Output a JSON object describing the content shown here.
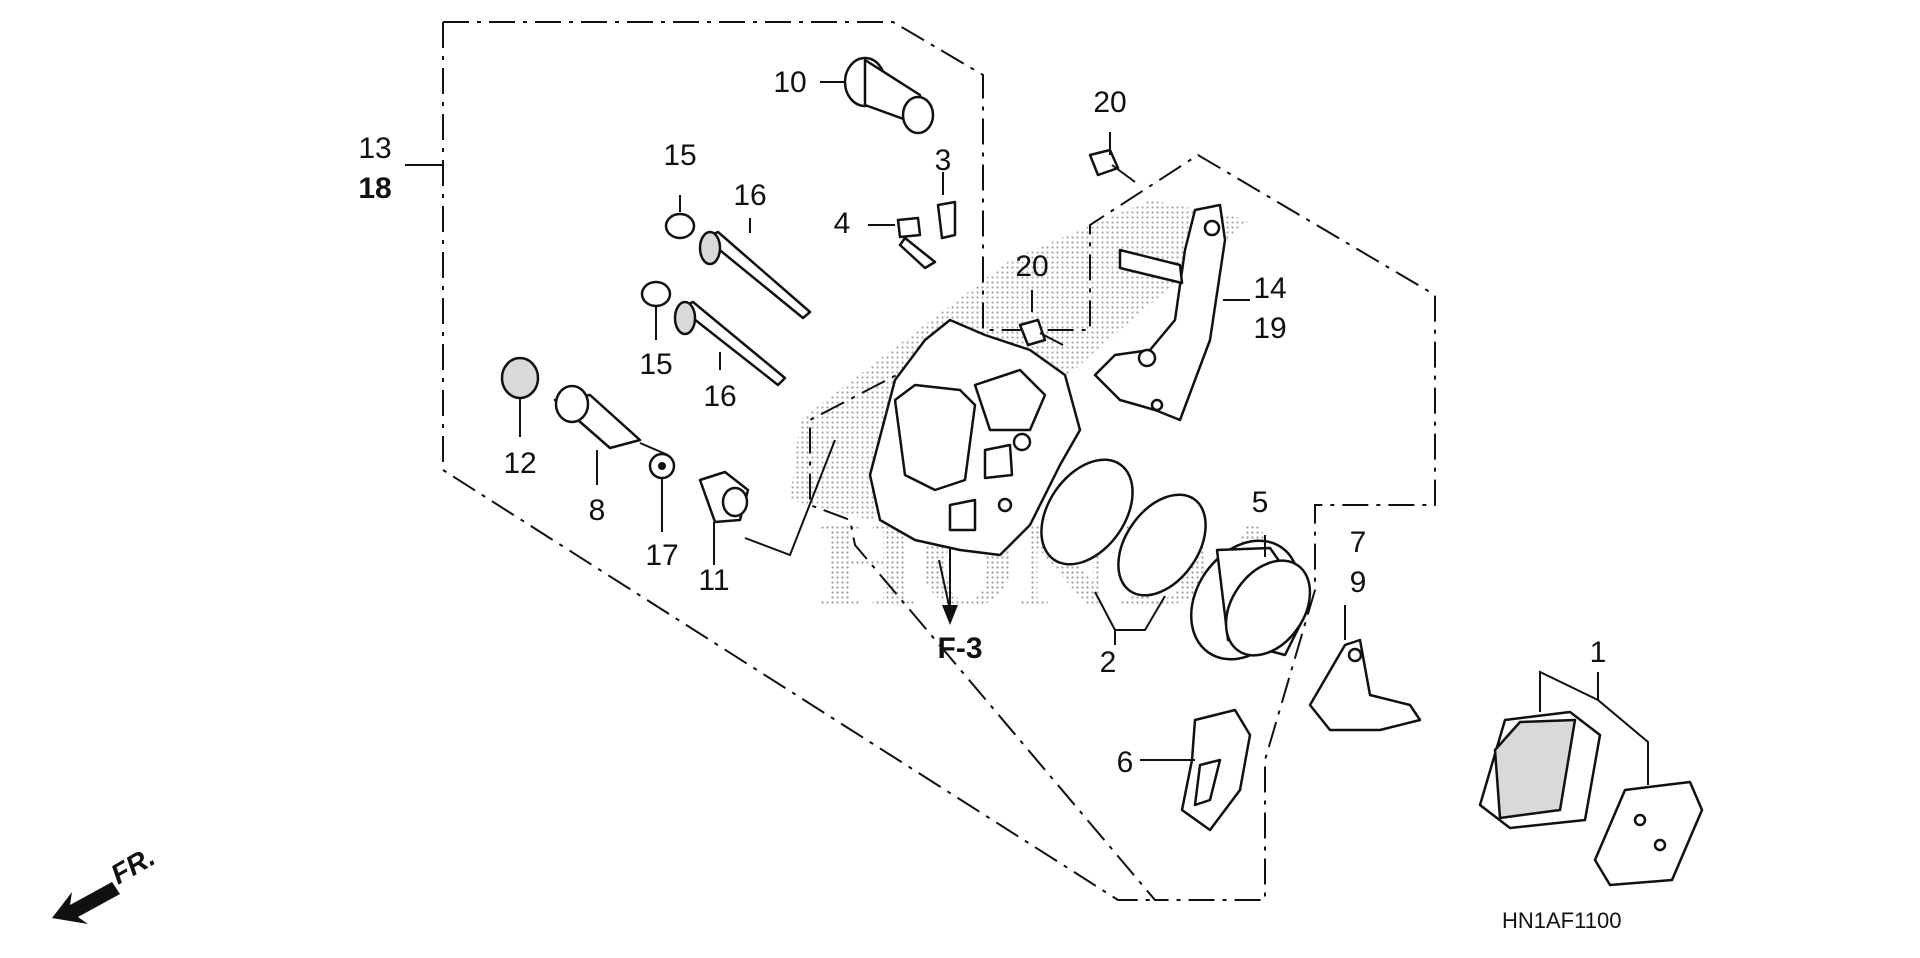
{
  "diagram": {
    "image_code": "HN1AF1100",
    "front_marker": "FR.",
    "reference_label": "F-3",
    "callouts": {
      "c1": "1",
      "c2": "2",
      "c3": "3",
      "c4": "4",
      "c5": "5",
      "c6": "6",
      "c7": "7",
      "c8": "8",
      "c9": "9",
      "c10": "10",
      "c11": "11",
      "c12": "12",
      "c13": "13",
      "c14": "14",
      "c15a": "15",
      "c15b": "15",
      "c16a": "16",
      "c16b": "16",
      "c17": "17",
      "c18": "18",
      "c19": "19",
      "c20a": "20",
      "c20b": "20"
    },
    "watermark_text": "HONDA",
    "icons": [
      "front-arrow-icon",
      "reference-arrow-icon"
    ]
  }
}
